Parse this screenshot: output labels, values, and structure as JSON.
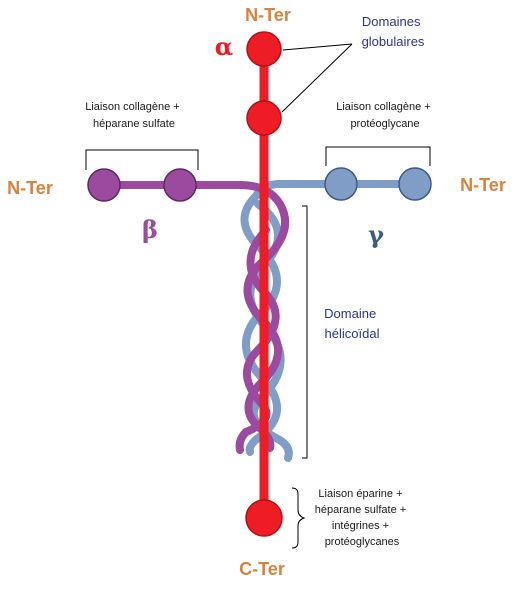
{
  "colors": {
    "alpha": "#ee1c24",
    "alpha_stroke": "#b80f15",
    "beta": "#9b4aa0",
    "beta_stroke": "#5e2a63",
    "gamma": "#7f9dc7",
    "gamma_stroke": "#3d5a86",
    "ter_label": "#d9823b",
    "blue_text": "#2b3590",
    "black_text": "#1a1a1a"
  },
  "labels": {
    "alpha_nter": "N-Ter",
    "alpha_cter": "C-Ter",
    "beta_nter": "N-Ter",
    "gamma_nter": "N-Ter",
    "alpha": "α",
    "beta": "β",
    "gamma": "γ"
  },
  "annotations": {
    "globular": [
      "Domaines",
      "globulaires"
    ],
    "helical": [
      "Domaine",
      "hélicoïdal"
    ],
    "beta_binding": [
      "Liaison collagène +",
      "héparane sulfate"
    ],
    "gamma_binding": [
      "Liaison collagène +",
      "protéoglycane"
    ],
    "cter_binding": [
      "Liaison éparine +",
      "héparane sulfate +",
      "intégrines +",
      "protéoglycanes"
    ]
  }
}
